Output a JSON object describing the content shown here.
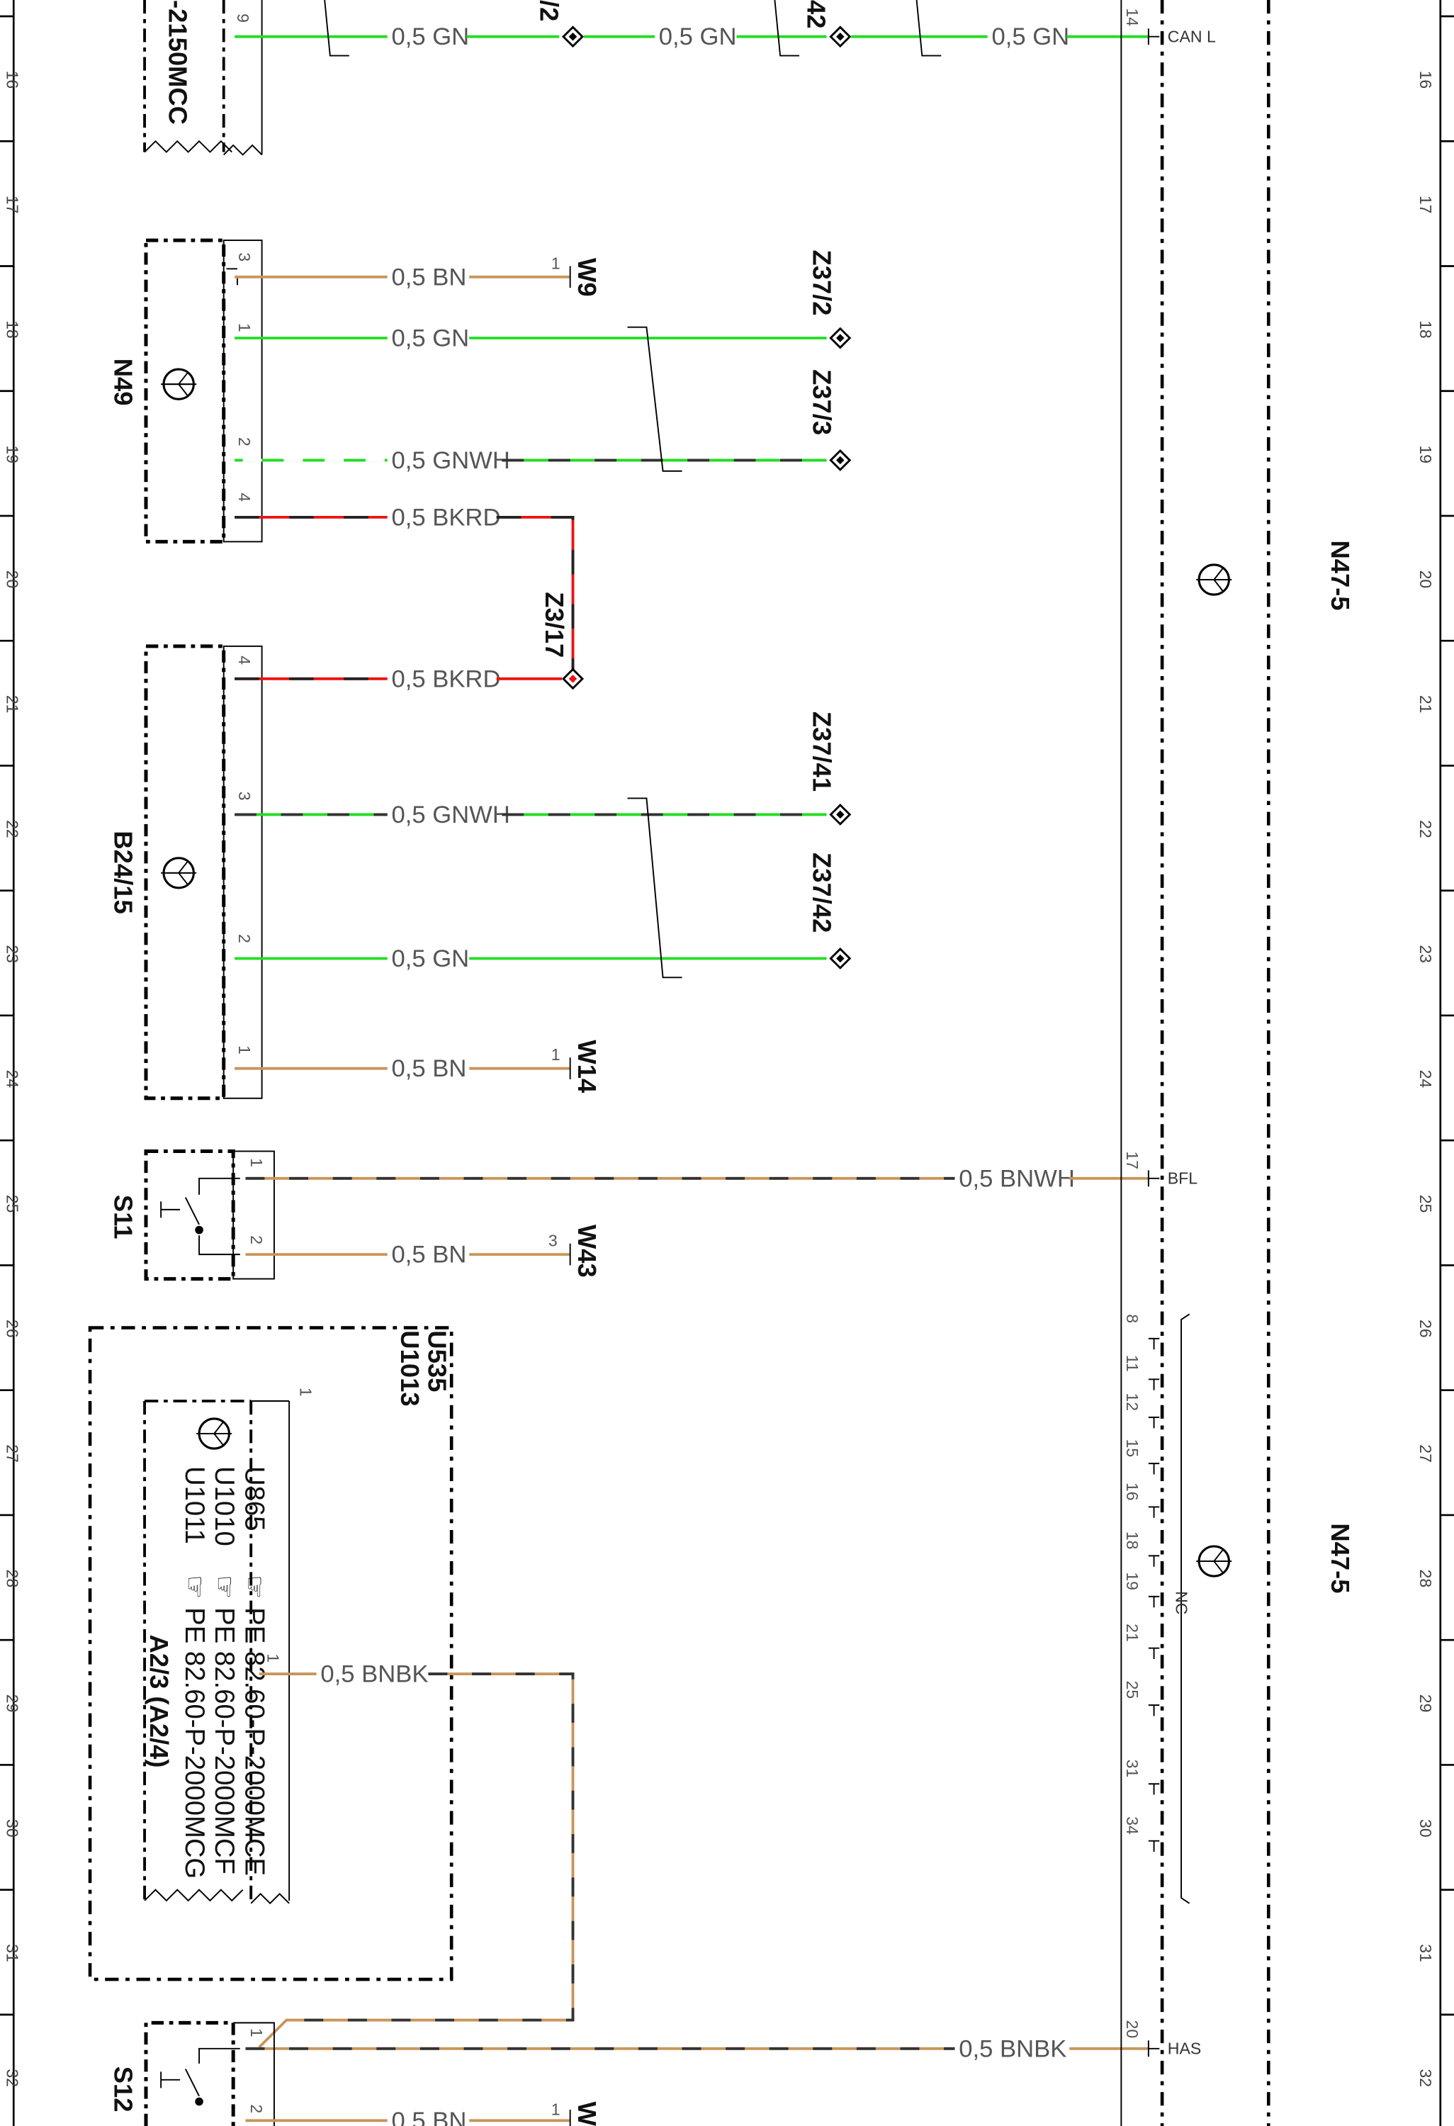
{
  "grid": {
    "rows": [
      "16",
      "17",
      "18",
      "19",
      "20",
      "21",
      "22",
      "23",
      "24",
      "25",
      "26",
      "27",
      "28",
      "29",
      "30",
      "31",
      "32"
    ]
  },
  "components": {
    "c2150": "-2150MCC",
    "n49": "N49",
    "b2415": "B24/15",
    "s11": "S11",
    "s12": "S12",
    "n475_top": "N47-5",
    "n475_bottom": "N47-5",
    "u535": "U535",
    "u1013": "U1013",
    "a2": "A2/3   (A2/4)",
    "u865_code": "U865",
    "u1010_code": "U1010",
    "u1011_code": "U1011",
    "ref1": "PE 82.60-P-2000MCE",
    "ref2": "PE 82.60-P-2000MCF",
    "ref3": "PE 82.60-P-2000MCG"
  },
  "points": {
    "w9": "W9",
    "w14": "W14",
    "w43": "W43",
    "w_partial": "W",
    "z37_2": "Z37/2",
    "z37_3": "Z37/3",
    "z3_17": "Z3/17",
    "z37_41": "Z37/41",
    "z37_42": "Z37/42",
    "top_partial_a": "/2",
    "top_partial_b": "42"
  },
  "wires": {
    "gn": "0,5  GN",
    "bn": "0,5  BN",
    "gnwh": "0,5  GNWH",
    "bkrd": "0,5  BKRD",
    "bnwh": "0,5  BNWH",
    "bnbk": "0,5  BNBK",
    "bn_partial": "0,5  BN"
  },
  "pins": {
    "c2150_9": "9",
    "p14": "14",
    "n49_3": "3",
    "n49_1": "1",
    "n49_2": "2",
    "n49_4": "4",
    "b_4": "4",
    "b_3": "3",
    "b_2": "2",
    "b_1": "1",
    "w9_1": "1",
    "w14_1": "1",
    "w43_3": "3",
    "s11_1": "1",
    "s11_2": "2",
    "p17": "17",
    "p20": "20",
    "a2_1": "1",
    "u535_1": "1",
    "s12_1": "1",
    "s12_2": "2",
    "w_1": "1",
    "nc_pins": [
      "8",
      "11",
      "12",
      "15",
      "16",
      "18",
      "19",
      "21",
      "25",
      "31",
      "34"
    ]
  },
  "signals": {
    "can_l": "CAN L",
    "bfl": "BFL",
    "has": "HAS",
    "nc": "NC"
  },
  "colors": {
    "gn": "#22dd22",
    "bn": "#c8955a",
    "rd": "#ee1111",
    "bk": "#222222",
    "wh": "#ffffff"
  }
}
